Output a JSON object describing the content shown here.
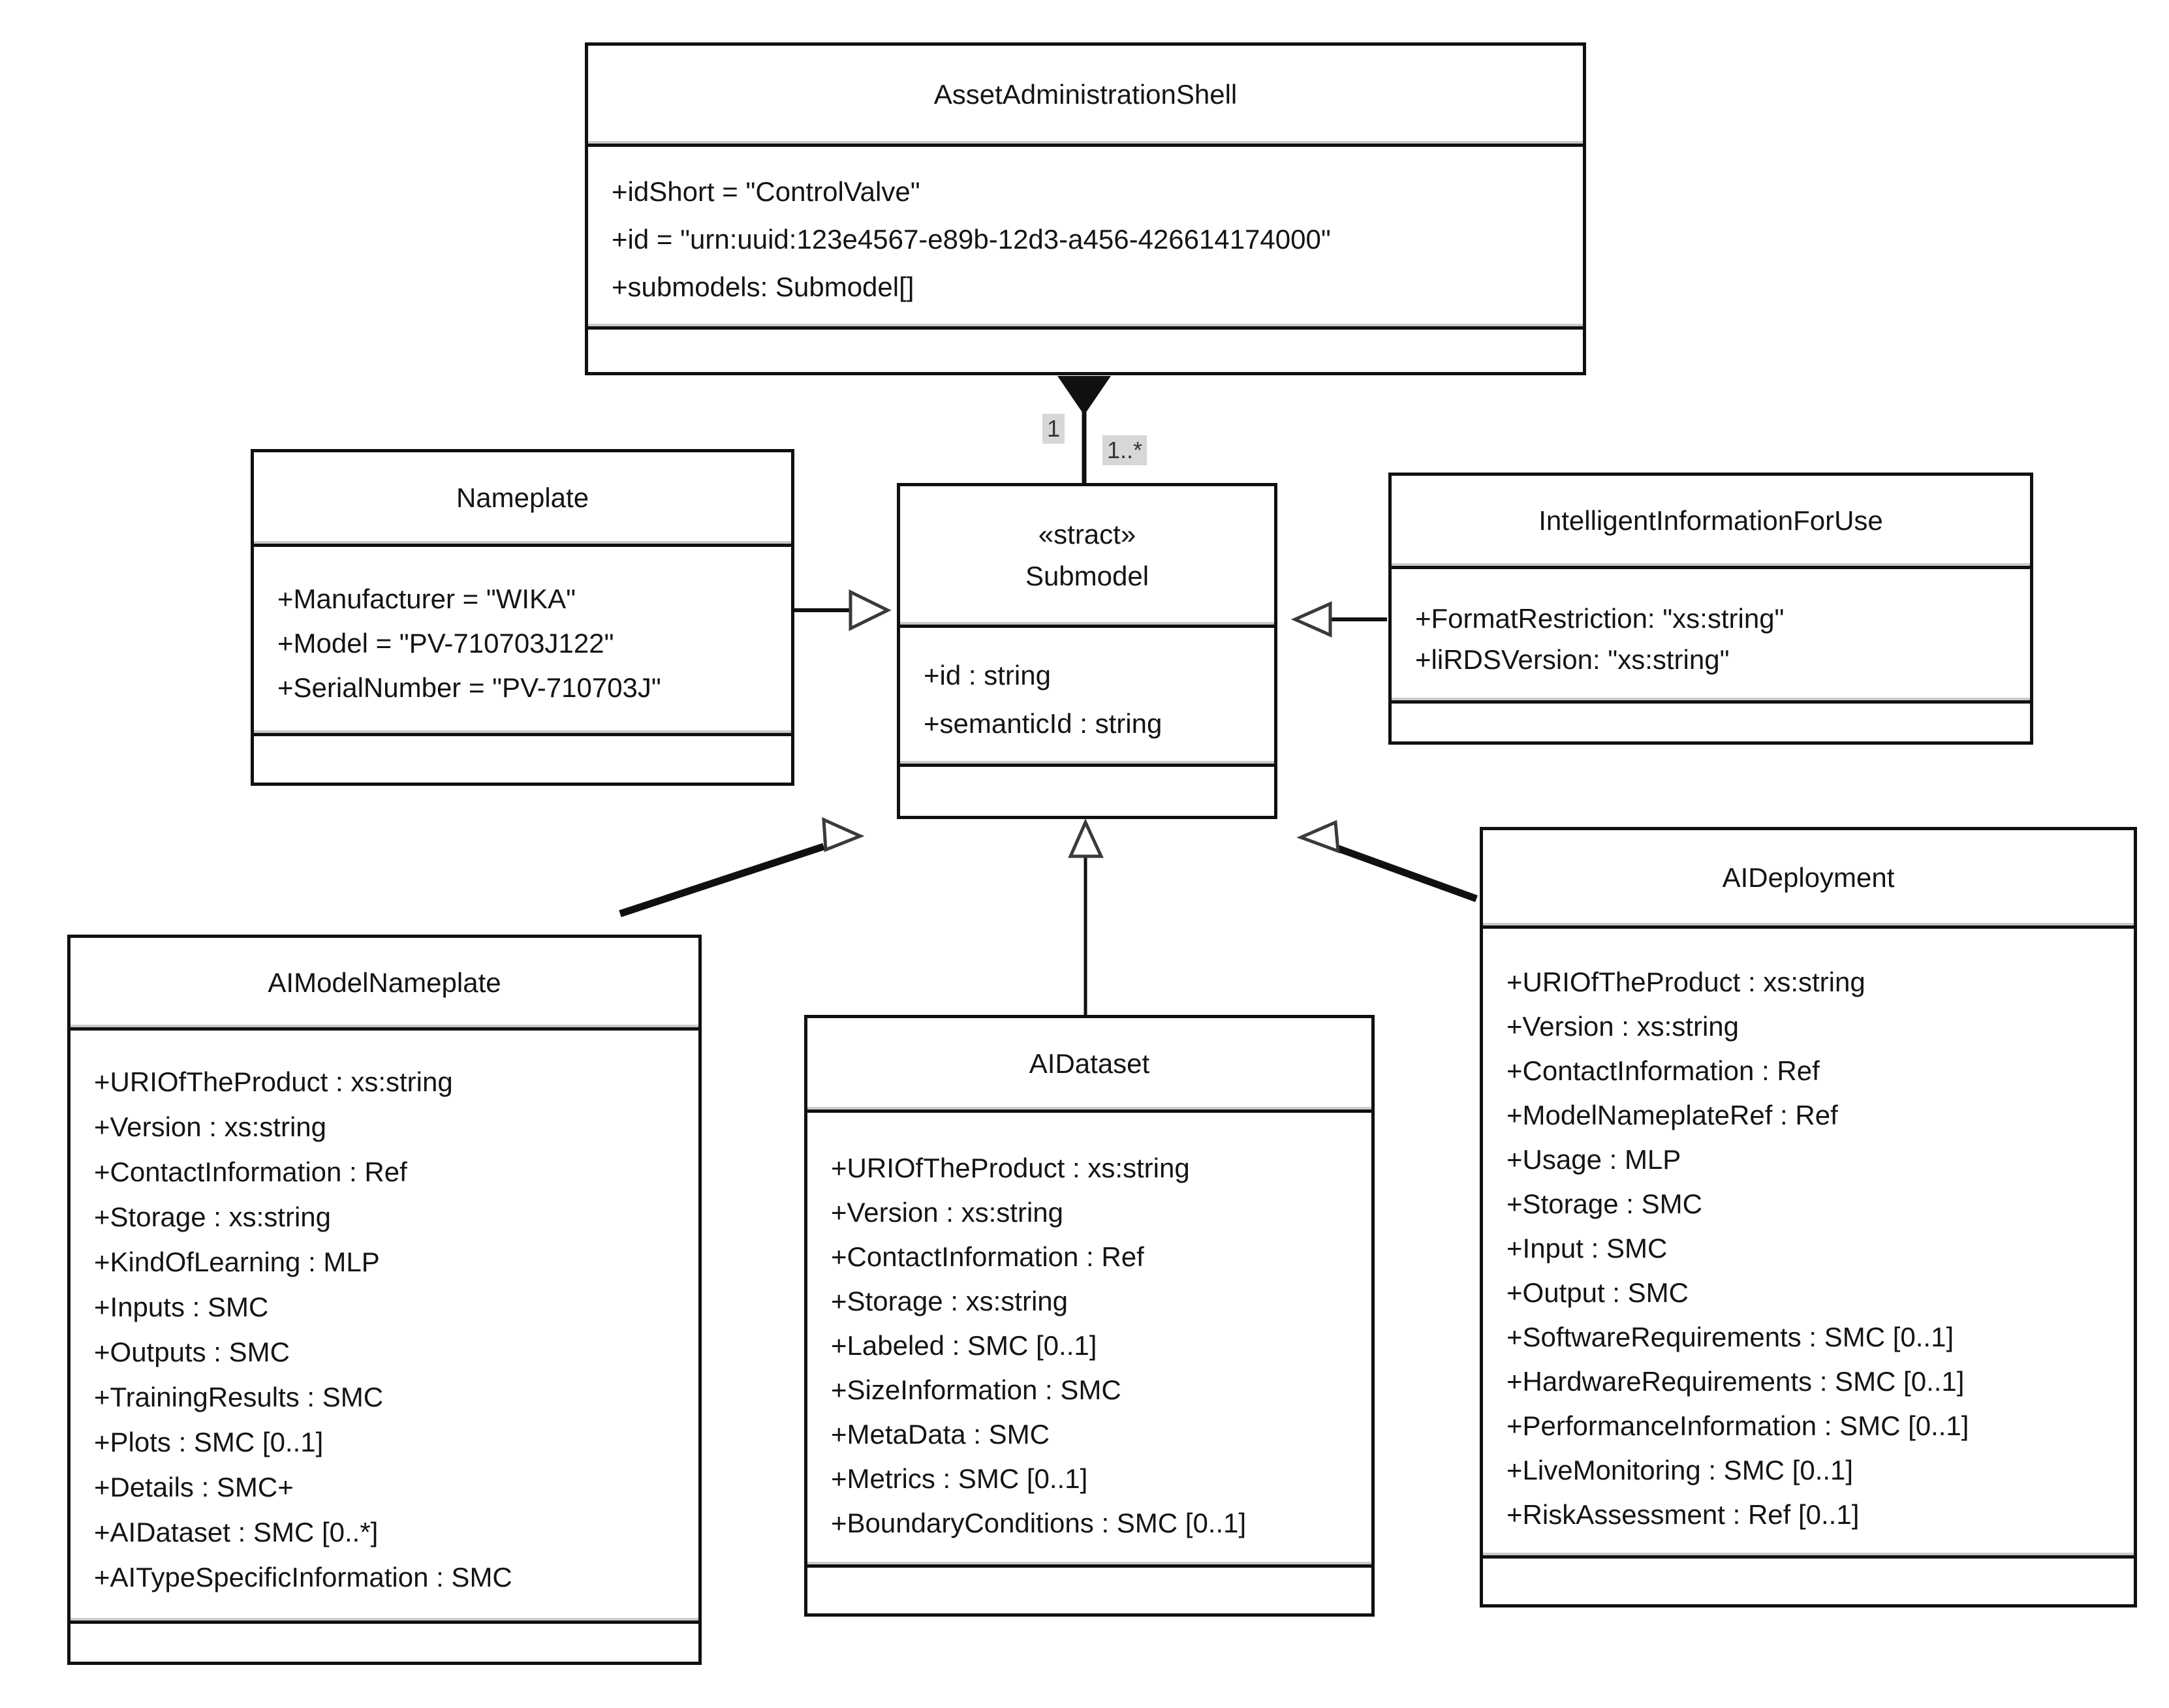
{
  "diagram": {
    "type": "uml-class-diagram",
    "background_color": "#ffffff",
    "line_color": "#101010",
    "multiplicity_label_bg": "#d7d7d7",
    "classes": [
      {
        "name": "AssetAdministrationShell",
        "stereotype": "",
        "attributes": [
          "+idShort = \"ControlValve\"",
          "+id = \"urn:uuid:123e4567-e89b-12d3-a456-426614174000\"",
          "+submodels: Submodel[]"
        ]
      },
      {
        "name": "Nameplate",
        "stereotype": "",
        "attributes": [
          "+Manufacturer = \"WIKA\"",
          "+Model = \"PV-710703J122\"",
          "+SerialNumber = \"PV-710703J\""
        ]
      },
      {
        "name": "Submodel",
        "stereotype": "«stract»",
        "attributes": [
          "+id : string",
          "+semanticId : string"
        ]
      },
      {
        "name": "IntelligentInformationForUse",
        "stereotype": "",
        "attributes": [
          "+FormatRestriction: \"xs:string\"",
          "+liRDSVersion: \"xs:string\""
        ]
      },
      {
        "name": "AIModelNameplate",
        "stereotype": "",
        "attributes": [
          "+URIOfTheProduct : xs:string",
          "+Version : xs:string",
          "+ContactInformation : Ref",
          "+Storage : xs:string",
          "+KindOfLearning : MLP",
          "+Inputs : SMC",
          "+Outputs : SMC",
          "+TrainingResults : SMC",
          "+Plots : SMC [0..1]",
          "+Details : SMC+",
          "+AIDataset : SMC [0..*]",
          "+AITypeSpecificInformation : SMC"
        ]
      },
      {
        "name": "AIDataset",
        "stereotype": "",
        "attributes": [
          "+URIOfTheProduct : xs:string",
          "+Version : xs:string",
          "+ContactInformation : Ref",
          "+Storage : xs:string",
          "+Labeled : SMC [0..1]",
          "+SizeInformation : SMC",
          "+MetaData : SMC",
          "+Metrics : SMC [0..1]",
          "+BoundaryConditions : SMC [0..1]"
        ]
      },
      {
        "name": "AIDeployment",
        "stereotype": "",
        "attributes": [
          "+URIOfTheProduct : xs:string",
          "+Version : xs:string",
          "+ContactInformation : Ref",
          "+ModelNameplateRef : Ref",
          "+Usage : MLP",
          "+Storage : SMC",
          "+Input : SMC",
          "+Output : SMC",
          "+SoftwareRequirements : SMC [0..1]",
          "+HardwareRequirements : SMC [0..1]",
          "+PerformanceInformation : SMC [0..1]",
          "+LiveMonitoring : SMC [0..1]",
          "+RiskAssessment : Ref [0..1]"
        ]
      }
    ],
    "relationships": {
      "composition_parent_multiplicity": "1",
      "composition_child_multiplicity": "1..*"
    }
  }
}
